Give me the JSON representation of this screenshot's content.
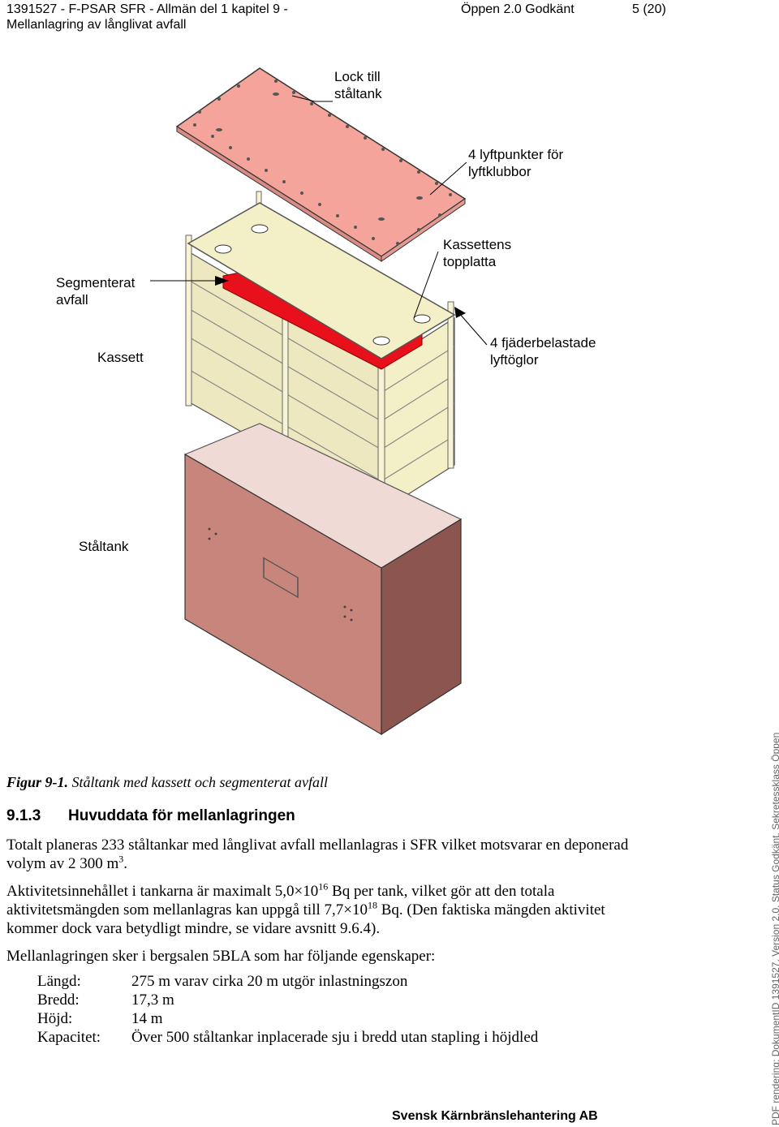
{
  "header": {
    "doc_line1": "1391527  -  F-PSAR SFR - Allmän del 1 kapitel 9 -",
    "doc_line2": "Mellanlagring av långlivat avfall",
    "version": "Öppen  2.0  Godkänt",
    "page": "5 (20)"
  },
  "figure": {
    "callouts": {
      "lock": [
        "Lock till",
        "ståltank"
      ],
      "lyftpunkter": [
        "4 lyftpunkter för",
        "lyftklubbor"
      ],
      "topplatta": [
        "Kassettens",
        "topplatta"
      ],
      "segmenterat": [
        "Segmenterat",
        "avfall"
      ],
      "fjader": [
        "4 fjäderbelastade",
        "lyftöglor"
      ],
      "kassett": "Kassett",
      "staltank": "Ståltank"
    },
    "colors": {
      "lid": "#F4A49B",
      "cassette": "#F3EFC6",
      "tank_front": "#C8857B",
      "tank_side": "#8C5550",
      "waste": "#E8101A"
    }
  },
  "caption": {
    "label": "Figur 9-1.",
    "text": "Ståltank med kassett och segmenterat avfall"
  },
  "section": {
    "number": "9.1.3",
    "title": "Huvuddata för mellanlagringen"
  },
  "paragraphs": {
    "p1_a": "Totalt planeras 233 ståltankar med långlivat avfall mellanlagras i SFR vilket motsvarar en deponerad",
    "p1_b": "volym av 2 300 m",
    "p1_b_sup": "3",
    "p1_b_end": ".",
    "p2_a1": "Aktivitetsinnehållet i tankarna är maximalt 5,0×10",
    "p2_a_sup": "16",
    "p2_a2": " Bq per tank, vilket gör att den totala",
    "p2_b1": "aktivitetsmängden som mellanlagras kan uppgå till 7,7×10",
    "p2_b_sup": "18",
    "p2_b2": " Bq. (Den faktiska mängden aktivitet",
    "p2_c": "kommer dock vara betydligt mindre, se vidare avsnitt 9.6.4).",
    "p3": "Mellanlagringen sker i bergsalen 5BLA som har följande egenskaper:"
  },
  "properties": [
    {
      "key": "Längd:",
      "value": "275 m varav cirka 20 m utgör inlastningszon"
    },
    {
      "key": "Bredd:",
      "value": "17,3 m"
    },
    {
      "key": "Höjd:",
      "value": "14 m"
    },
    {
      "key": "Kapacitet:",
      "value": "Över 500 ståltankar inplacerade sju i bredd utan stapling i höjdled"
    }
  ],
  "footer": "Svensk Kärnbränslehantering AB",
  "side_stamp": "PDF rendering: DokumentID 1391527, Version 2.0, Status Godkänt, Sekretessklass Öppen"
}
